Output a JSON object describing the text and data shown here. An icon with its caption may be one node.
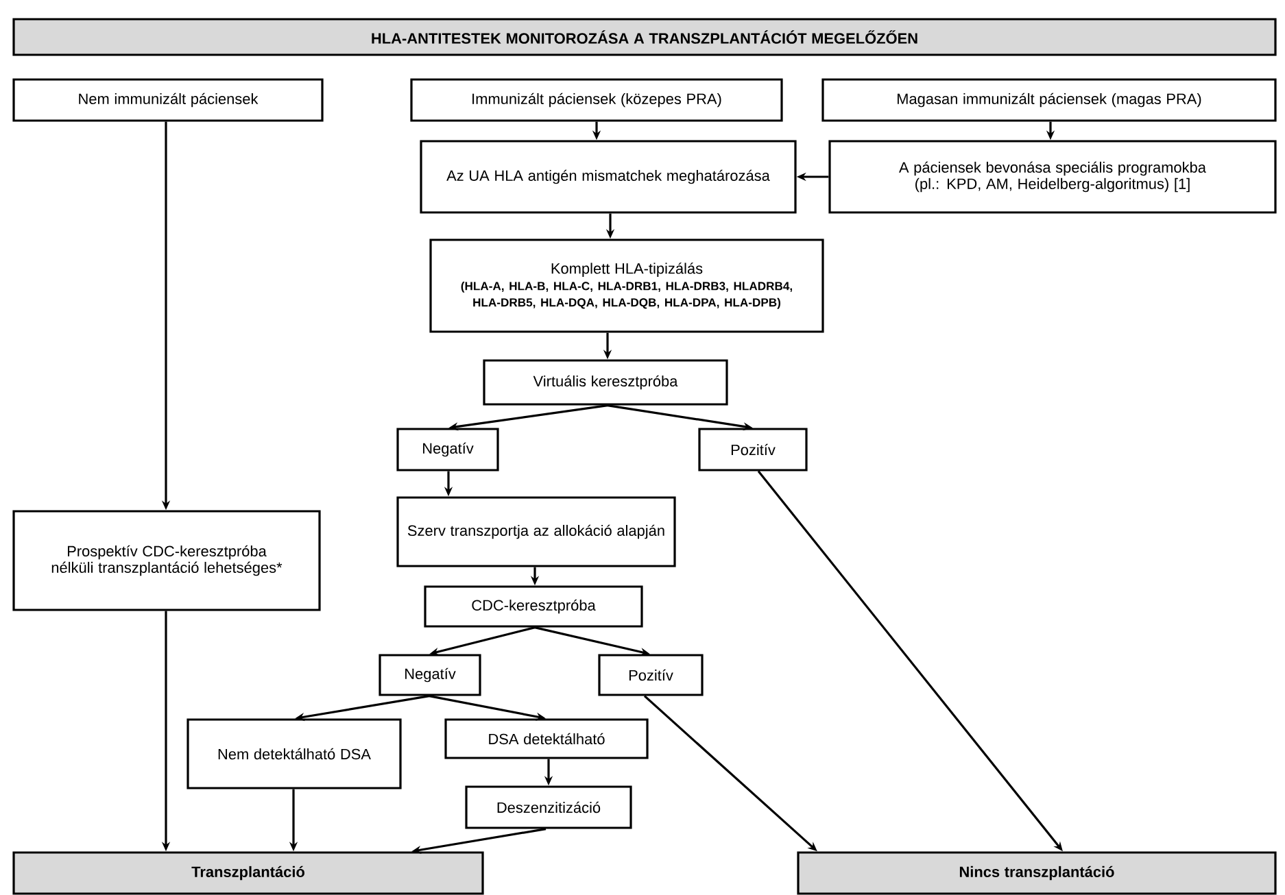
{
  "diagram": {
    "nodes": [
      {
        "text": [
          "HLA-ANTITESTEK MONITOROZÁSA A TRANSZPLANTÁCIÓT MEGELŐZŐEN"
        ]
      },
      {
        "text": [
          "Nem immunizált páciensek"
        ]
      },
      {
        "text": [
          "Immunizált páciensek (közepes PRA)"
        ]
      },
      {
        "text": [
          "Magasan immunizált páciensek (magas PRA)"
        ]
      },
      {
        "text": [
          "Az UA HLA antigén mismatchek meghatározása"
        ]
      },
      {
        "text": [
          "A páciensek bevonása speciális programokba (pl.: KPD, AM, Heidelberg-algoritmus) [1]"
        ]
      },
      {
        "text": [
          "Komplett HLA-tipizálás",
          "(HLA-A, HLA-B, HLA-C, HLA-DRB1, HLA-DRB3, HLADRB4, HLA-DRB5, HLA-DQA, HLA-DQB, HLA-DPA, HLA-DPB)"
        ]
      },
      {
        "text": [
          "Virtuális keresztpróba"
        ]
      },
      {
        "text": [
          "Negatív"
        ]
      },
      {
        "text": [
          "Pozitív"
        ]
      },
      {
        "text": [
          "Prospektív CDC-keresztpróba nélküli transzplantáció lehetséges*"
        ]
      },
      {
        "text": [
          "Szerv transzportja az allokáció alapján"
        ]
      },
      {
        "text": [
          "CDC-keresztpróba"
        ]
      },
      {
        "text": [
          "Negatív"
        ]
      },
      {
        "text": [
          "Pozitív"
        ]
      },
      {
        "text": [
          "Nem detektálható DSA"
        ]
      },
      {
        "text": [
          "DSA detektálható"
        ]
      },
      {
        "text": [
          "Deszenzitizáció"
        ]
      },
      {
        "text": [
          "Transzplantáció"
        ]
      },
      {
        "text": [
          "Nincs transzplantáció"
        ]
      }
    ],
    "edges": [
      {
        "from": 1,
        "to": 10,
        "arrow": "to"
      },
      {
        "from": 10,
        "to": 18,
        "arrow": "to"
      },
      {
        "from": 2,
        "to": 4,
        "arrow": "to"
      },
      {
        "from": 3,
        "to": 5,
        "arrow": "to"
      },
      {
        "from": 5,
        "to": 4,
        "arrow": "to"
      },
      {
        "from": 4,
        "to": 6,
        "arrow": "to"
      },
      {
        "from": 6,
        "to": 7,
        "arrow": "to"
      },
      {
        "from": 7,
        "to": 8,
        "arrow": "to"
      },
      {
        "from": 7,
        "to": 9,
        "arrow": "to"
      },
      {
        "from": 8,
        "to": 11,
        "arrow": "to"
      },
      {
        "from": 9,
        "to": 19,
        "arrow": "to"
      },
      {
        "from": 11,
        "to": 12,
        "arrow": "to"
      },
      {
        "from": 12,
        "to": 13,
        "arrow": "to"
      },
      {
        "from": 12,
        "to": 14,
        "arrow": "to"
      },
      {
        "from": 13,
        "to": 15,
        "arrow": "to"
      },
      {
        "from": 13,
        "to": 16,
        "arrow": "to"
      },
      {
        "from": 14,
        "to": 19,
        "arrow": "to"
      },
      {
        "from": 16,
        "to": 17,
        "arrow": "to"
      },
      {
        "from": 15,
        "to": 18,
        "arrow": "to"
      },
      {
        "from": 17,
        "to": 18,
        "arrow": "to"
      }
    ]
  }
}
